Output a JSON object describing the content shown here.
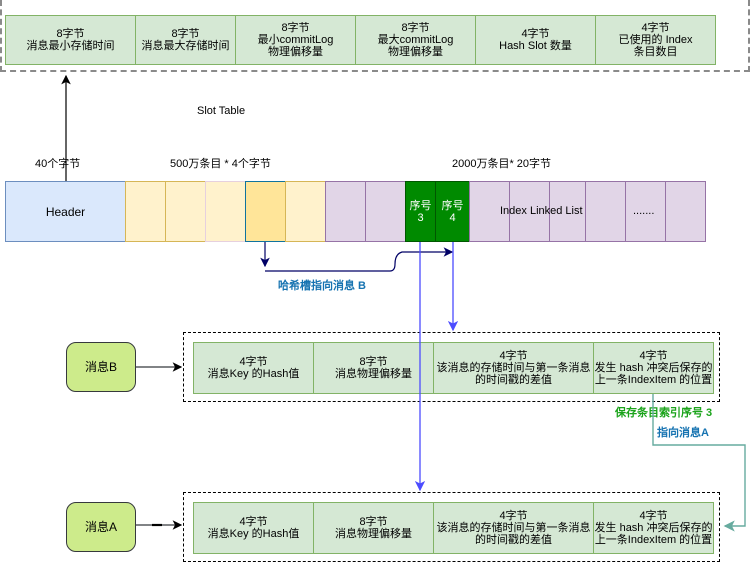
{
  "header_fields": [
    {
      "size": "8字节",
      "desc": "消息最小存储时间"
    },
    {
      "size": "8字节",
      "desc": "消息最大存储时间"
    },
    {
      "size": "8字节",
      "desc": "最小commitLog\n物理偏移量"
    },
    {
      "size": "8字节",
      "desc": "最大commitLog\n物理偏移量"
    },
    {
      "size": "4字节",
      "desc": "Hash Slot 数量"
    },
    {
      "size": "4字节",
      "desc": "已使用的 Index\n条目数目"
    }
  ],
  "labels": {
    "slot_table": "Slot Table",
    "header_size": "40个字节",
    "slot_size": "500万条目 * 4个字节",
    "index_size": "2000万条目* 20字节",
    "hash_slot_pointer": "哈希槽指向消息 B",
    "save_index_seq": "保存条目索引序号 3",
    "point_to_msg_a": "指向消息A"
  },
  "file_layout": {
    "header": "Header",
    "seq3_label": "序号",
    "seq3_num": "3",
    "seq4_label": "序号",
    "seq4_num": "4",
    "index_linked_list": "Index Linked List",
    "ellipsis": "......."
  },
  "messages": [
    {
      "name": "消息B"
    },
    {
      "name": "消息A"
    }
  ],
  "index_item_fields": [
    {
      "size": "4字节",
      "desc": "消息Key 的Hash值"
    },
    {
      "size": "8字节",
      "desc": "消息物理偏移量"
    },
    {
      "size": "4字节",
      "desc": "该消息的存储时间与第一条消息\n的时间戳的差值"
    },
    {
      "size": "4字节",
      "desc": "发生 hash 冲突后保存的\n上一条IndexItem 的位置"
    }
  ],
  "colors": {
    "header_green": "#d5e8d4",
    "header_blue": "#dae8fc",
    "slot_yellow": "#fff2cc",
    "index_purple": "#e1d5e7",
    "seq_green": "#008a00",
    "message_lime": "#cdeb8b",
    "arrow_blue": "#4c4cff",
    "arrow_navy": "#000066",
    "arrow_teal": "#67ab9f"
  }
}
